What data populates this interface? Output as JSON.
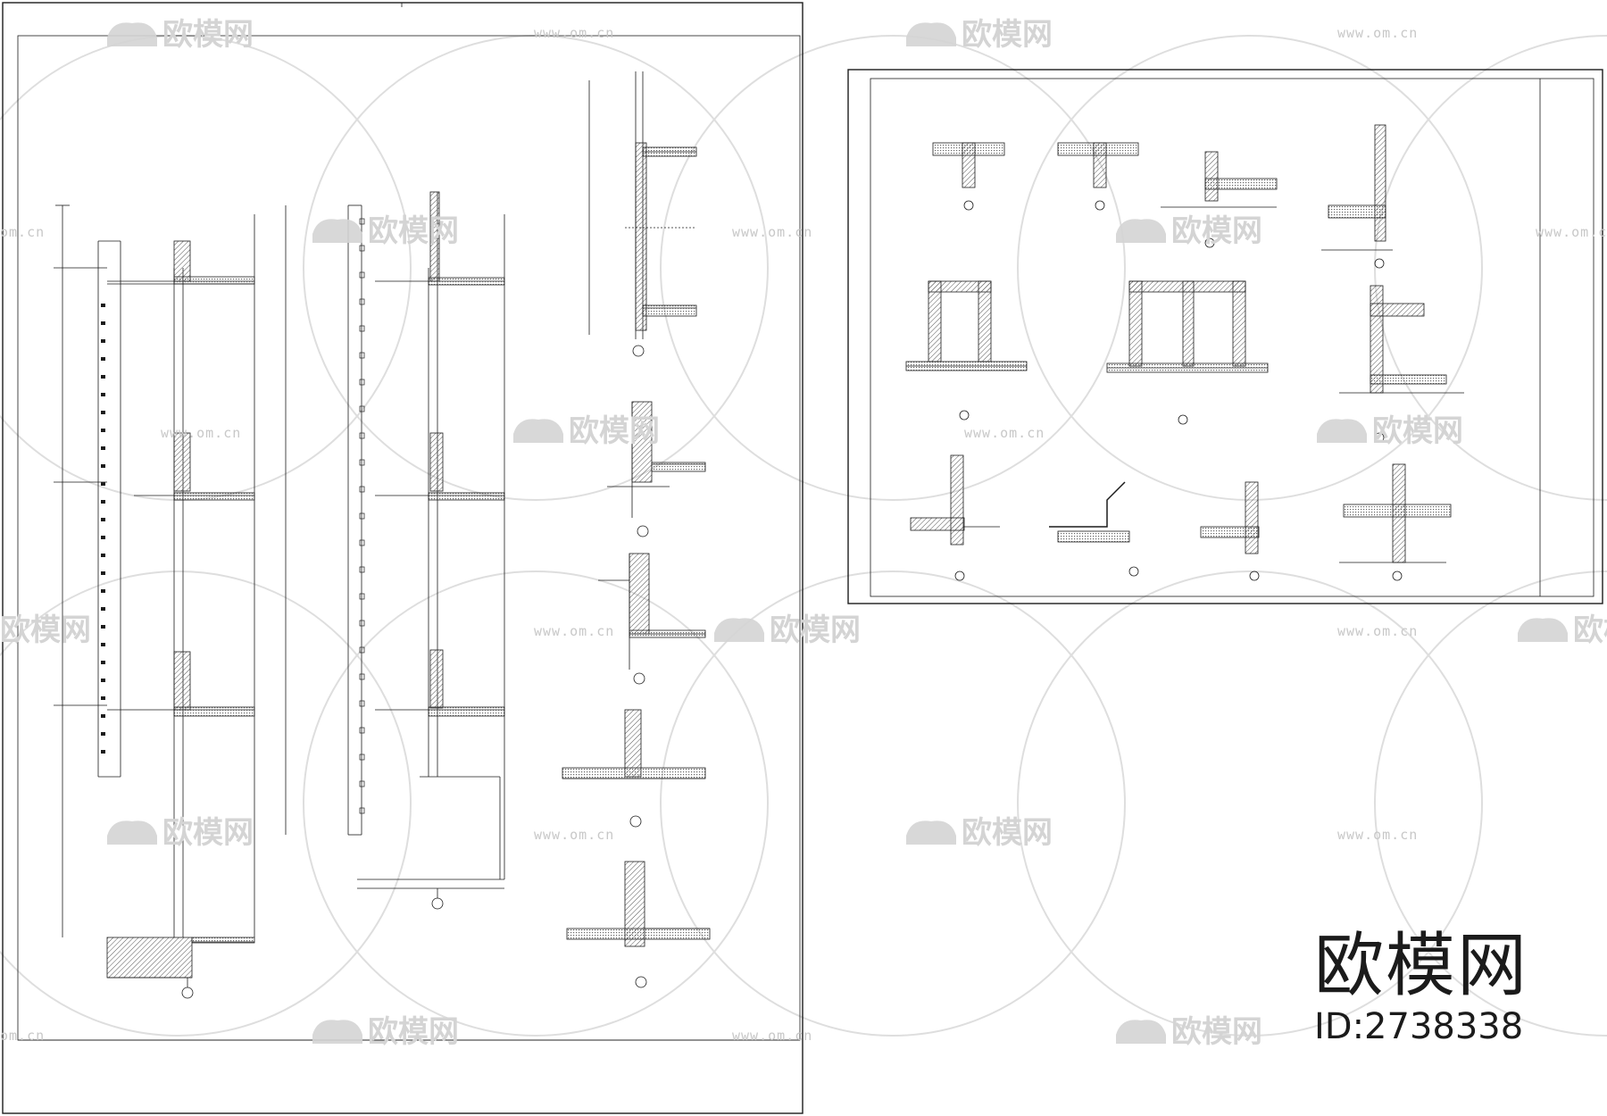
{
  "watermark": {
    "name": "欧模网",
    "url": "www.om.cn",
    "url_partial": "om.cn"
  },
  "brand": {
    "name": "欧模网",
    "id": "ID:2738338"
  },
  "colors": {
    "line": "#1c1c1c",
    "watermark": "#d4d4d4",
    "hatch": "#555555"
  }
}
